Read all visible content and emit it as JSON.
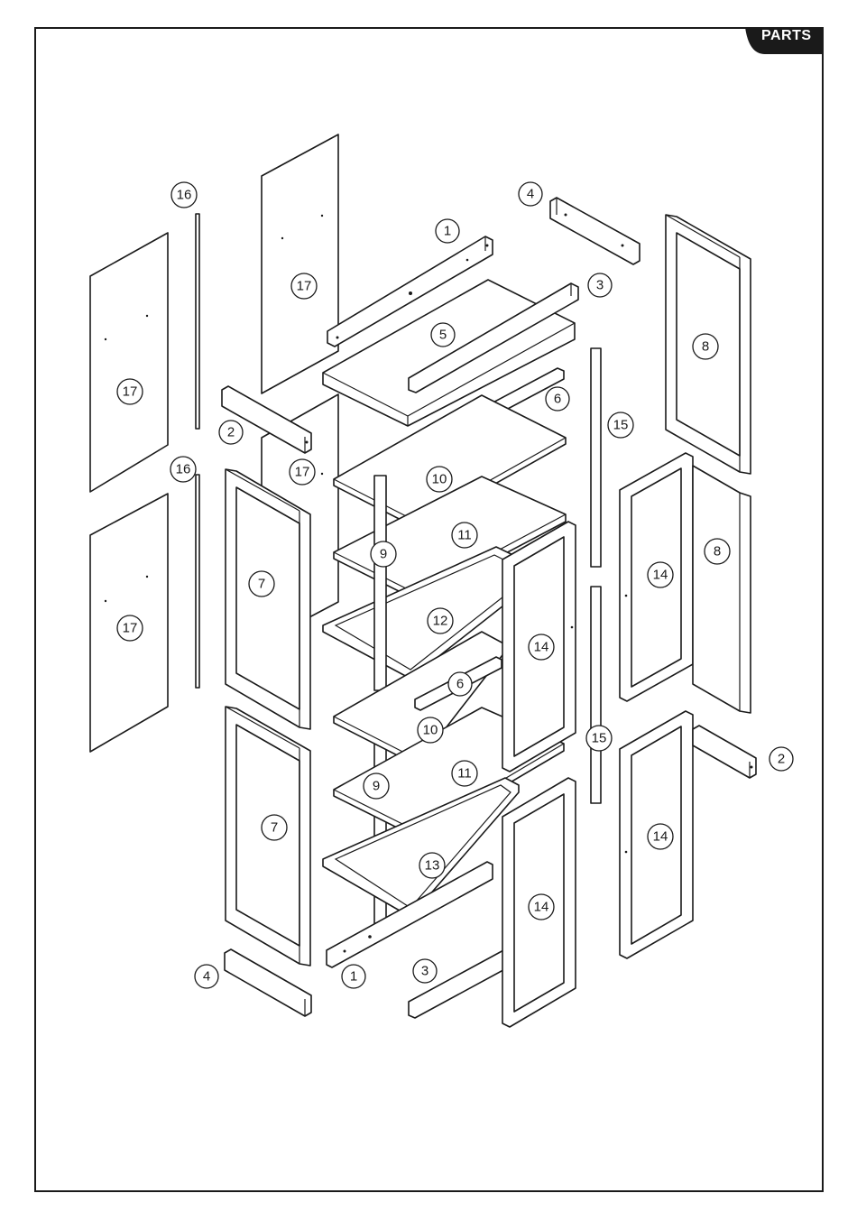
{
  "header": {
    "tab_label": "PARTS",
    "tab_color": "#1a1a1a"
  },
  "diagram": {
    "title": "",
    "callouts": [
      {
        "id": "c1a",
        "label": "1"
      },
      {
        "id": "c1b",
        "label": "1"
      },
      {
        "id": "c2a",
        "label": "2"
      },
      {
        "id": "c2b",
        "label": "2"
      },
      {
        "id": "c3a",
        "label": "3"
      },
      {
        "id": "c3b",
        "label": "3"
      },
      {
        "id": "c4a",
        "label": "4"
      },
      {
        "id": "c4b",
        "label": "4"
      },
      {
        "id": "c5",
        "label": "5"
      },
      {
        "id": "c6a",
        "label": "6"
      },
      {
        "id": "c6b",
        "label": "6"
      },
      {
        "id": "c7a",
        "label": "7"
      },
      {
        "id": "c7b",
        "label": "7"
      },
      {
        "id": "c8a",
        "label": "8"
      },
      {
        "id": "c8b",
        "label": "8"
      },
      {
        "id": "c9a",
        "label": "9"
      },
      {
        "id": "c9b",
        "label": "9"
      },
      {
        "id": "c10a",
        "label": "10"
      },
      {
        "id": "c10b",
        "label": "10"
      },
      {
        "id": "c11a",
        "label": "11"
      },
      {
        "id": "c11b",
        "label": "11"
      },
      {
        "id": "c12",
        "label": "12"
      },
      {
        "id": "c13",
        "label": "13"
      },
      {
        "id": "c14a",
        "label": "14"
      },
      {
        "id": "c14b",
        "label": "14"
      },
      {
        "id": "c14c",
        "label": "14"
      },
      {
        "id": "c14d",
        "label": "14"
      },
      {
        "id": "c15a",
        "label": "15"
      },
      {
        "id": "c15b",
        "label": "15"
      },
      {
        "id": "c16a",
        "label": "16"
      },
      {
        "id": "c16b",
        "label": "16"
      },
      {
        "id": "c17a",
        "label": "17"
      },
      {
        "id": "c17b",
        "label": "17"
      },
      {
        "id": "c17c",
        "label": "17"
      },
      {
        "id": "c17d",
        "label": "17"
      }
    ]
  }
}
